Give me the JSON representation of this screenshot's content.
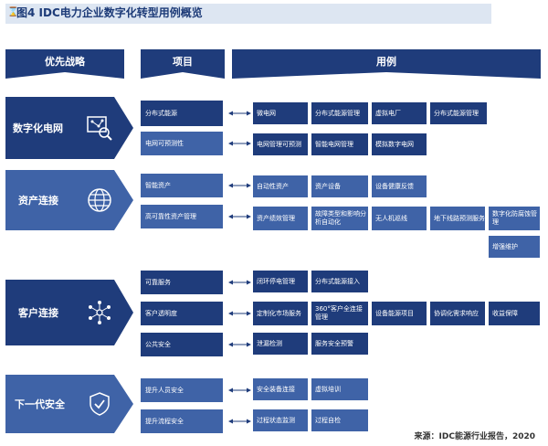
{
  "title": "图4 IDC电力企业数字化转型用例概览",
  "headers": {
    "strategy": "优先战略",
    "project": "项目",
    "usecase": "用例"
  },
  "groups": [
    {
      "name": "数字化电网",
      "icon": "digital-grid-icon",
      "items": [
        {
          "label": "分布式能源",
          "cases": [
            "微电网",
            "分布式能源管理",
            "虚拟电厂",
            "分布式能源管理"
          ]
        },
        {
          "label": "电网可预测性",
          "cases": [
            "电网管理可预测",
            "智能电网管理",
            "模拟数字电网"
          ]
        }
      ]
    },
    {
      "name": "资产连接",
      "icon": "globe-icon",
      "items": [
        {
          "label": "智能资产",
          "cases": [
            "自动性资产",
            "资产设备",
            "设备健康反馈"
          ]
        },
        {
          "label": "高可靠性资产管理",
          "cases": [
            "资产绩效管理",
            "故障类型和影响分析自动化",
            "无人机巡线",
            "地下线路预测服务",
            "数字化防腐蚀管理",
            "增强维护"
          ]
        }
      ]
    },
    {
      "name": "客户连接",
      "icon": "network-icon",
      "items": [
        {
          "label": "可靠服务",
          "cases": [
            "闭环停电管理",
            "分布式能源接入"
          ]
        },
        {
          "label": "客户透明度",
          "cases": [
            "定制化市场服务",
            "360°客户全连接管理",
            "设备能源项目",
            "协调化需求响应",
            "收益保障"
          ]
        },
        {
          "label": "公共安全",
          "cases": [
            "泄漏检测",
            "服务安全预警"
          ]
        }
      ]
    },
    {
      "name": "下一代安全",
      "icon": "shield-check-icon",
      "items": [
        {
          "label": "提升人员安全",
          "cases": [
            "安全装备连接",
            "虚拟培训"
          ]
        },
        {
          "label": "提升流程安全",
          "cases": [
            "过程状态监测",
            "过程自检"
          ]
        }
      ]
    }
  ],
  "source": "来源：IDC能源行业报告，2020"
}
